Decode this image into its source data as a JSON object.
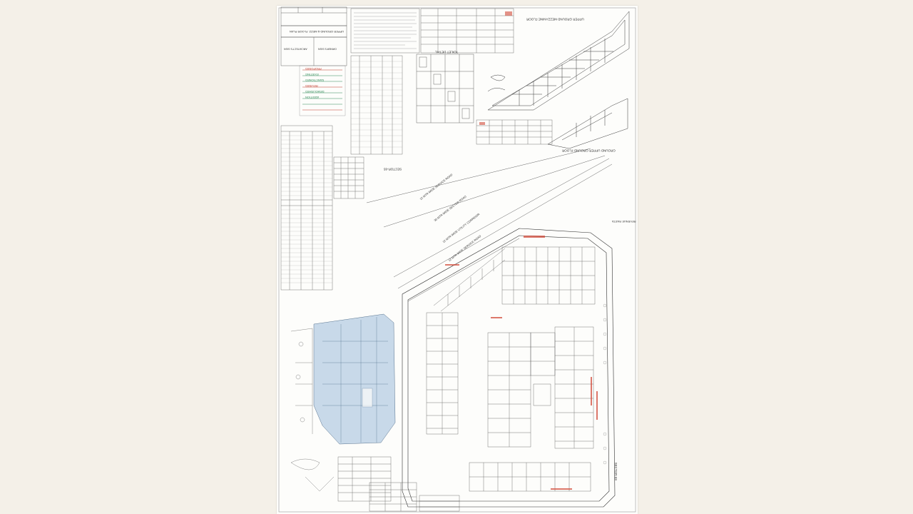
{
  "viewer": {
    "background": "#f4f0e8"
  },
  "sheet": {
    "title_block": {
      "line1": "UPPER GROUND & MEZZ. FLOOR PLAN",
      "line2": "ARCHITECT'S SIGN",
      "line3": "OWNER'S SIGN"
    },
    "labels": {
      "upper_ground_mezzanine_floor": "UPPER GROUND MEZZANINE FLOOR",
      "ground_upper_ground_floor": "GROUND UPPER GROUND FLOOR",
      "toilet_detail": "TOILET DETAIL",
      "sector_65": "SECTOR-65",
      "sector_69": "SECTOR-69",
      "service_road_1": "12 MTR WIDE SERVICE ROAD",
      "sector_road": "30 MTR WIDE SECTOR ROAD",
      "utility_corridor": "12 MTR WIDE UTILITY CORRIDOR",
      "service_road_2": "12 MTR WIDE SERVICE ROAD",
      "revenue_rasta": "REVENUE RASTA"
    },
    "legend": [
      {
        "text": "PROPOSED",
        "color": "#c0392b"
      },
      {
        "text": "EXISTING",
        "color": "#2e8b57"
      },
      {
        "text": "SANCTIONED",
        "color": "#2e8b57"
      },
      {
        "text": "REVISED",
        "color": "#c0392b"
      },
      {
        "text": "DEMOLISHED",
        "color": "#2e8b57"
      },
      {
        "text": "ADDITION",
        "color": "#2e8b57"
      }
    ],
    "colors": {
      "ink": "#3a3a3a",
      "shade_blue": "#bfd3e6",
      "red_mark": "#d24b3a",
      "green_mark": "#3a9a5a"
    }
  }
}
